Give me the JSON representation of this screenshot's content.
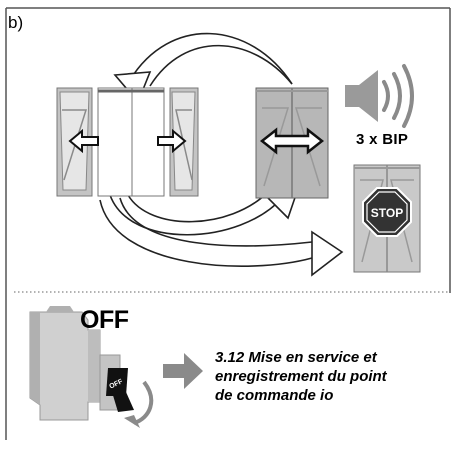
{
  "panel": {
    "label": "b)"
  },
  "beep": {
    "label": "3 x BIP"
  },
  "stop_sign": {
    "label": "STOP"
  },
  "switch": {
    "state_label": "OFF",
    "lever_label": "OFF"
  },
  "caption": {
    "lines": [
      "3.12 Mise en service et",
      "enregistrement du point",
      "de commande io"
    ]
  },
  "colors": {
    "frame": "#555555",
    "divider": "#999999",
    "device_light": "#e4e4e4",
    "device_dark": "#b7b7b7",
    "arrow_gray": "#8a8a8a",
    "speaker": "#9a9a9a",
    "stop_red_grey": "#333333"
  },
  "icons": [
    "speaker-icon",
    "stop-sign-icon",
    "double-arrow-icon",
    "circuit-breaker-icon",
    "right-arrow-icon",
    "curved-arrow-icon"
  ]
}
